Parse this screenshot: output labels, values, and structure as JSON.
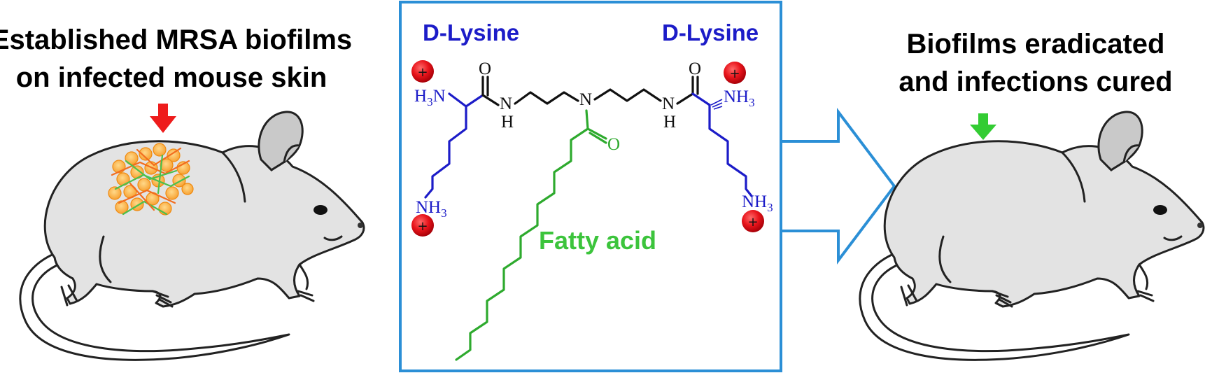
{
  "left_caption": {
    "line1": "Established MRSA biofilms",
    "line2": "on infected mouse skin"
  },
  "right_caption": {
    "line1": "Biofilms eradicated",
    "line2": "and infections cured"
  },
  "molecule": {
    "left_lysine_label": "D-Lysine",
    "right_lysine_label": "D-Lysine",
    "fatty_acid_label": "Fatty acid",
    "atoms": {
      "h3n": "H",
      "h3n_sub": "3",
      "n": "N",
      "nh": "N",
      "h": "H",
      "o": "O",
      "nh3": "NH",
      "nh3_sub": "3",
      "charge": "+"
    }
  },
  "colors": {
    "box_border": "#2b8fd6",
    "arrow_outline": "#2b8fd6",
    "lysine": "#1c1cc8",
    "fatty_acid": "#3cc43c",
    "charge_ball": "#e8141b",
    "left_arrow": "#ee1c1c",
    "right_arrow": "#33cc33",
    "mouse_fill": "#e3e3e3",
    "biofilm": "#f7a233"
  },
  "icons": [
    "mouse-icon",
    "biofilm-icon",
    "down-arrow-icon",
    "positive-charge-icon",
    "process-arrow-icon"
  ]
}
